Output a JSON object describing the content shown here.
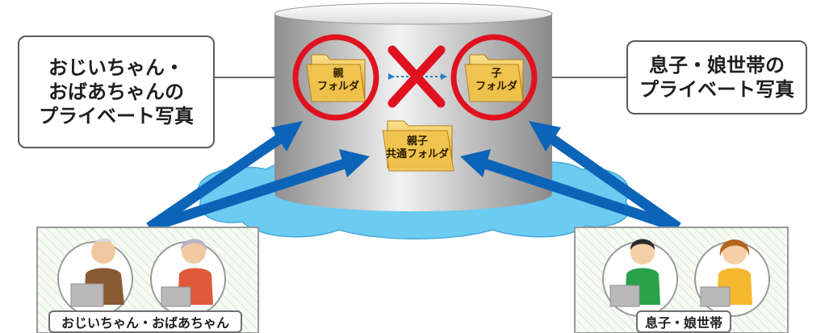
{
  "callouts": {
    "left": [
      "おじいちゃん・",
      "おばあちゃんの",
      "プライベート写真"
    ],
    "right": [
      "息子・娘世帯の",
      "プライベート写真"
    ]
  },
  "folders": {
    "parent": [
      "親",
      "フォルダ"
    ],
    "child": [
      "子",
      "フォルダ"
    ],
    "shared": [
      "親子",
      "共通フォルダ"
    ]
  },
  "groups": {
    "grandparents": "おじいちゃん・おばあちゃん",
    "family": "息子・娘世帯"
  },
  "colors": {
    "arrow": "#0b64b8",
    "cross": "#e0121f",
    "cloud": "#5fc3ee",
    "cylinder": "#c4c4c4",
    "folder": "#e9b53a"
  }
}
